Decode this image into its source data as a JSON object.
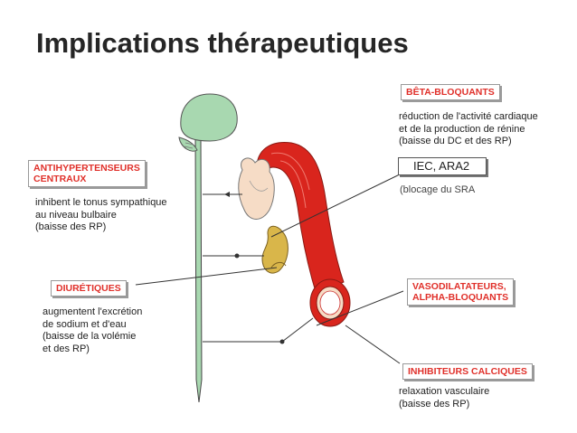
{
  "title": "Implications thérapeutiques",
  "labels": {
    "beta_bloquants": "BÊTA-BLOQUANTS",
    "beta_desc": [
      "réduction de l'activité cardiaque",
      "et de la production de rénine",
      "(baisse du DC et des RP)"
    ],
    "iec": "IEC, ARA2",
    "iec_desc": [
      "(blocage du SRA"
    ],
    "central": [
      "ANTIHYPERTENSEURS",
      "CENTRAUX"
    ],
    "central_desc": [
      "inhibent le tonus sympathique",
      "au niveau bulbaire",
      "(baisse des RP)"
    ],
    "diuretiques": "DIURÉTIQUES",
    "diuretiques_desc": [
      "augmentent l'excrétion",
      "de sodium et d'eau",
      "(baisse de la volémie",
      "et des RP)"
    ],
    "vasodil": [
      "VASODILATATEURS,",
      "ALPHA-BLOQUANTS"
    ],
    "calciques": "INHIBITEURS CALCIQUES",
    "calciques_desc": [
      "relaxation vasculaire",
      "(baisse des RP)"
    ]
  },
  "colors": {
    "accent": "#e0302a",
    "brain": "#a8d8b0",
    "vessel": "#d9251d",
    "heart": "#f6dcc6",
    "kidney": "#d9b64a"
  }
}
